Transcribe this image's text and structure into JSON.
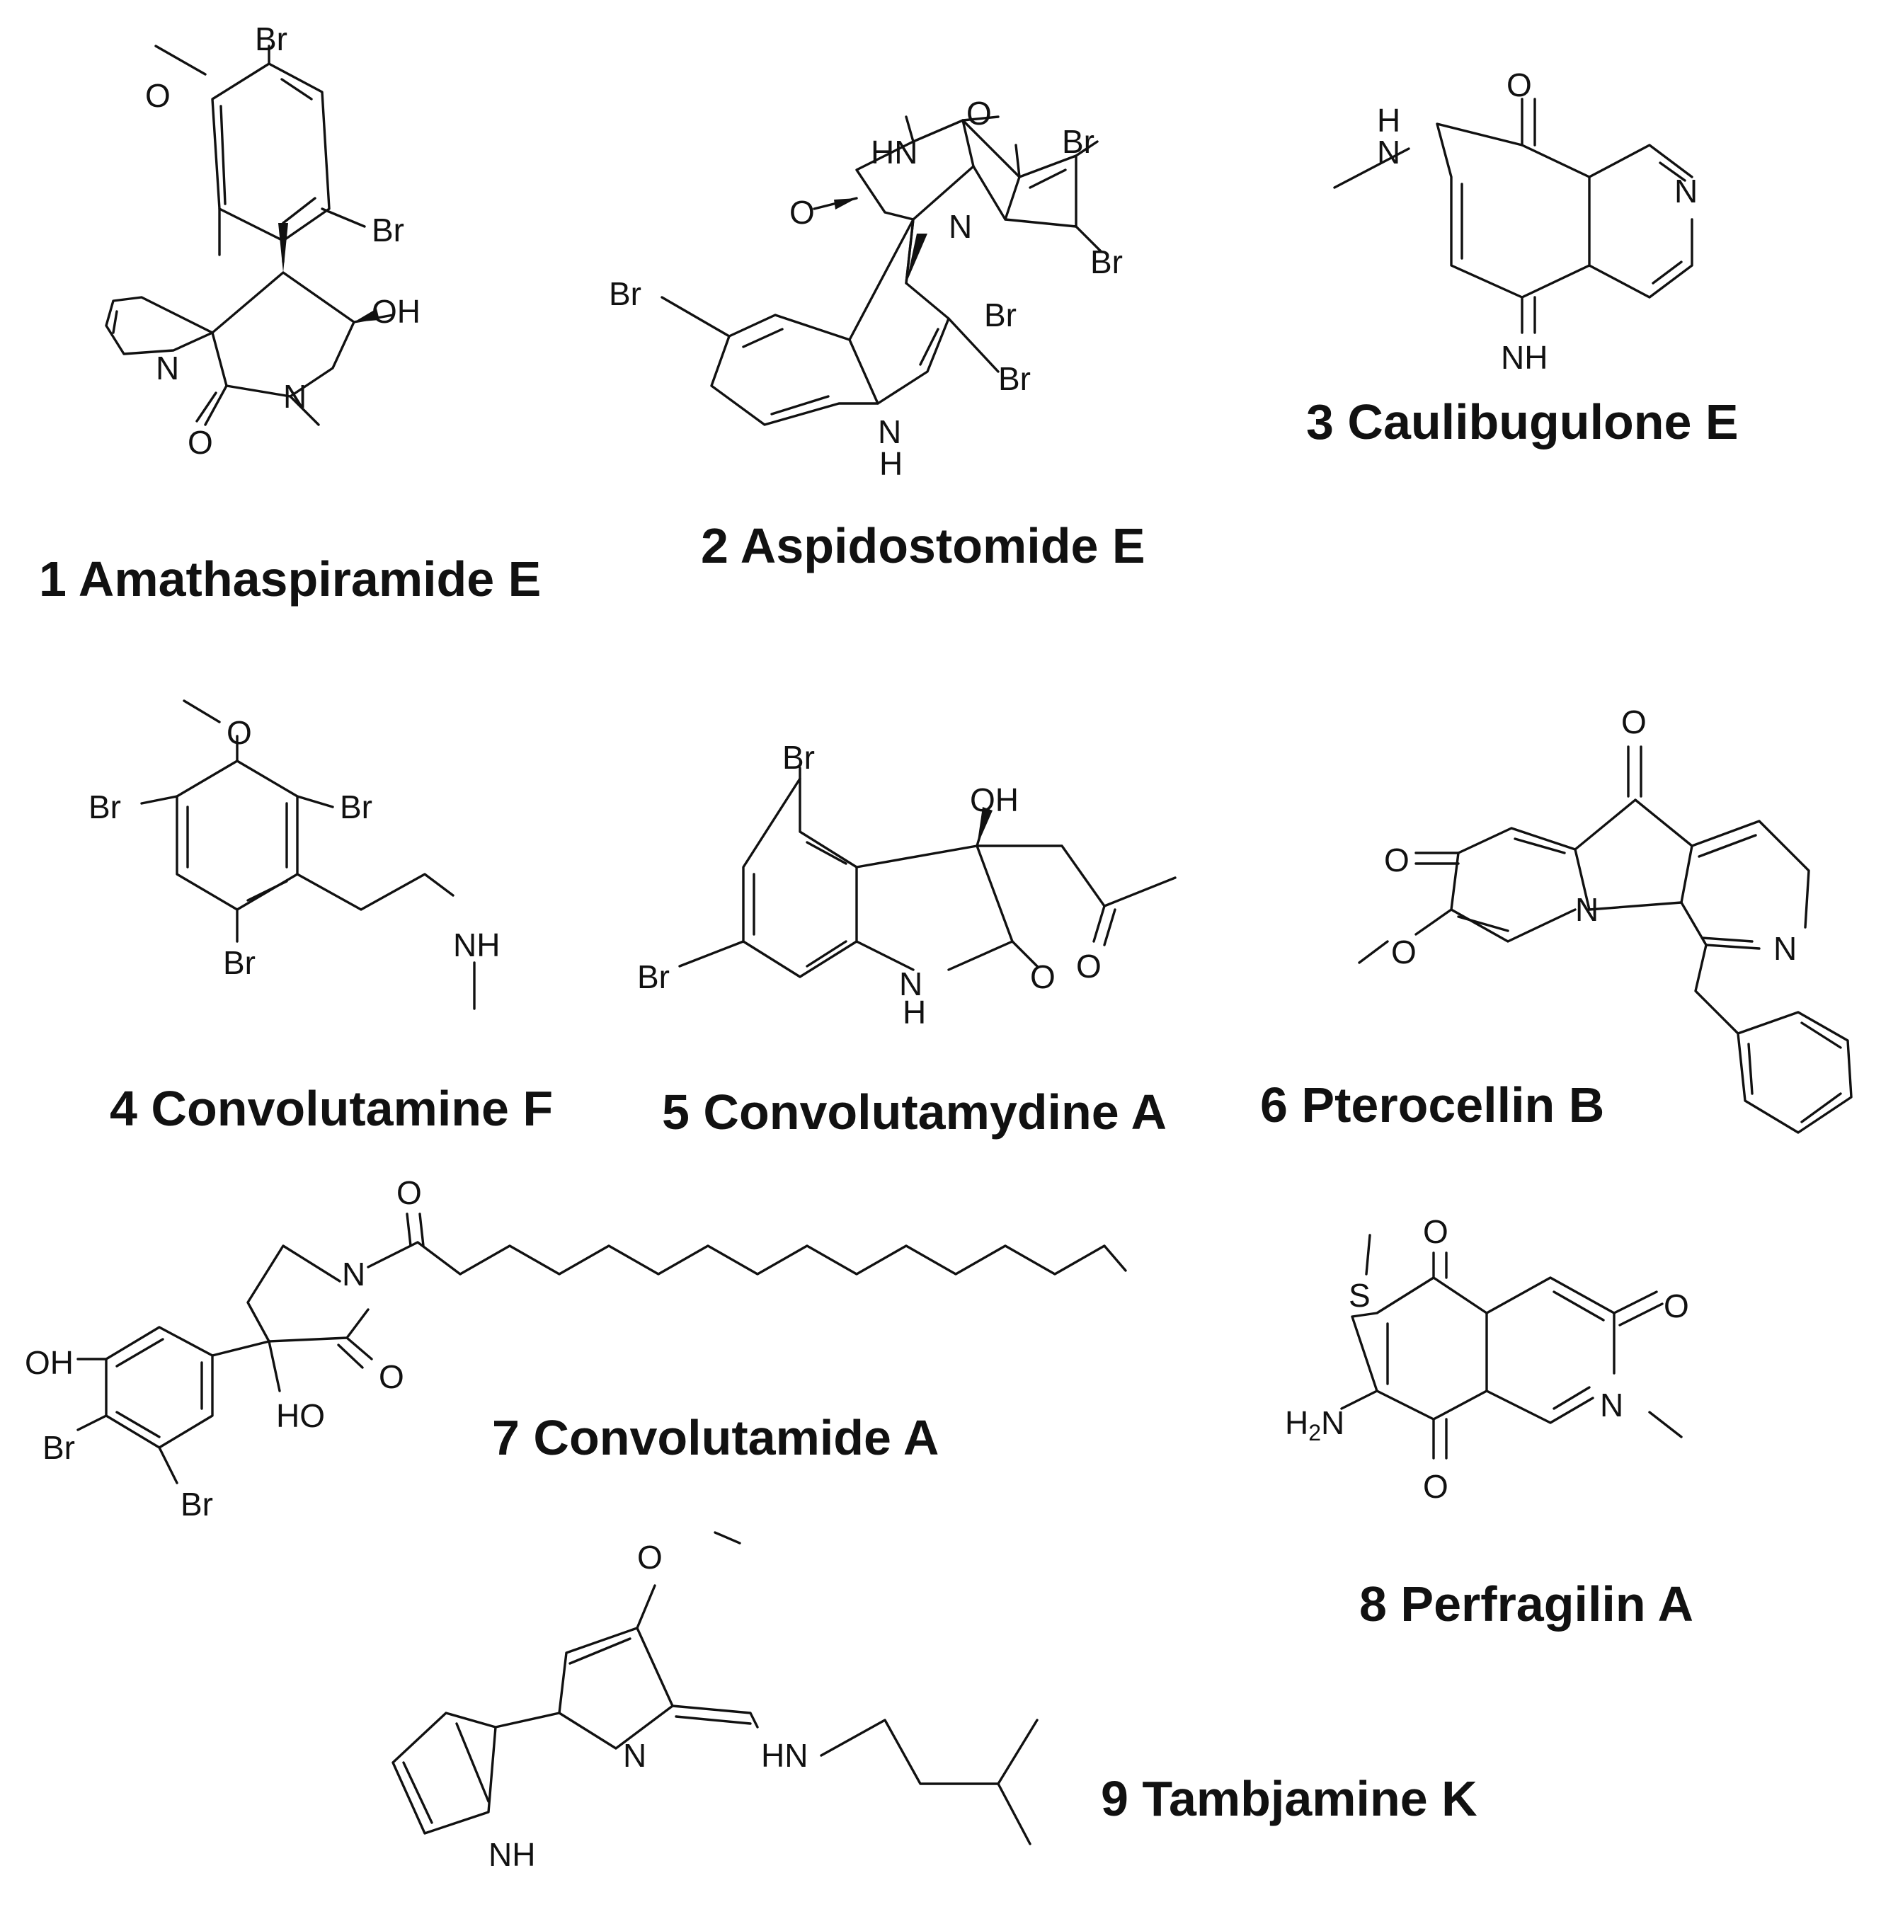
{
  "compounds": [
    {
      "number": "1",
      "name": "Amathaspiramide E"
    },
    {
      "number": "2",
      "name": "Aspidostomide E"
    },
    {
      "number": "3",
      "name": "Caulibugulone E"
    },
    {
      "number": "4",
      "name": "Convolutamine F"
    },
    {
      "number": "5",
      "name": "Convolutamydine A"
    },
    {
      "number": "6",
      "name": "Pterocellin B"
    },
    {
      "number": "7",
      "name": "Convolutamide A"
    },
    {
      "number": "8",
      "name": "Perfragilin A"
    },
    {
      "number": "9",
      "name": "Tambjamine K"
    }
  ],
  "atoms": {
    "Br": "Br",
    "O": "O",
    "N": "N",
    "S": "S",
    "OH": "OH",
    "HO": "HO",
    "NH": "NH",
    "HN": "HN",
    "H": "H",
    "H2N_H": "H",
    "H2N_2": "2",
    "H2N_N": "N"
  }
}
